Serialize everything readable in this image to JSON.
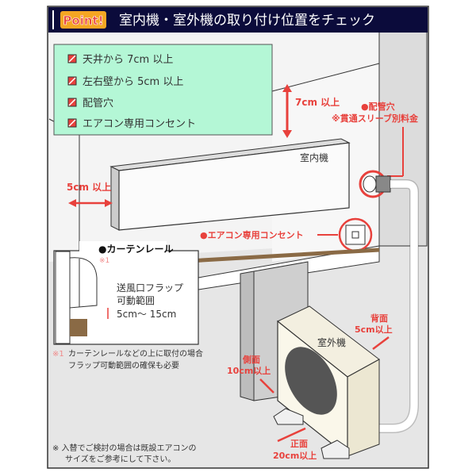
{
  "header": {
    "badge": "Point!",
    "title": "室内機・室外機の取り付け位置をチェック"
  },
  "checklist": [
    "天井から 7cm 以上",
    "左右壁から 5cm 以上",
    "配管穴",
    "エアコン専用コンセント"
  ],
  "labels": {
    "ceiling_gap": "7cm 以上",
    "pipe_hole": "●配管穴",
    "pipe_note": "※貫通スリーブ別料金",
    "side_wall_gap": "5cm 以上",
    "indoor_unit": "室内機",
    "outlet": "●エアコン専用コンセント",
    "curtain_rail": "●カーテンレール",
    "note_mark": "※1",
    "flap_range_1": "送風口フラップ",
    "flap_range_2": "可動範囲",
    "flap_range_value": "5cm～ 15cm",
    "footnote1_mark": "※1",
    "footnote1_line1": "カーテンレールなどの上に取付の場合",
    "footnote1_line2": "フラップ可動範囲の確保も必要",
    "outdoor_unit": "室外機",
    "back_label": "背面",
    "back_gap": "5cm以上",
    "side_label": "側面",
    "side_gap": "10cm以上",
    "front_label": "正面",
    "front_gap": "20cm以上",
    "bottom_note_1": "※ 入替でご検討の場合は既設エアコンの",
    "bottom_note_2": "サイズをご参考にして下さい。"
  },
  "colors": {
    "header_bg": "#0b0b3b",
    "badge_bg": "#f5a623",
    "badge_text": "#e8413c",
    "accent_red": "#e8413c",
    "checklist_bg": "#b4f7d6",
    "rail_brown": "#8a6a45"
  }
}
